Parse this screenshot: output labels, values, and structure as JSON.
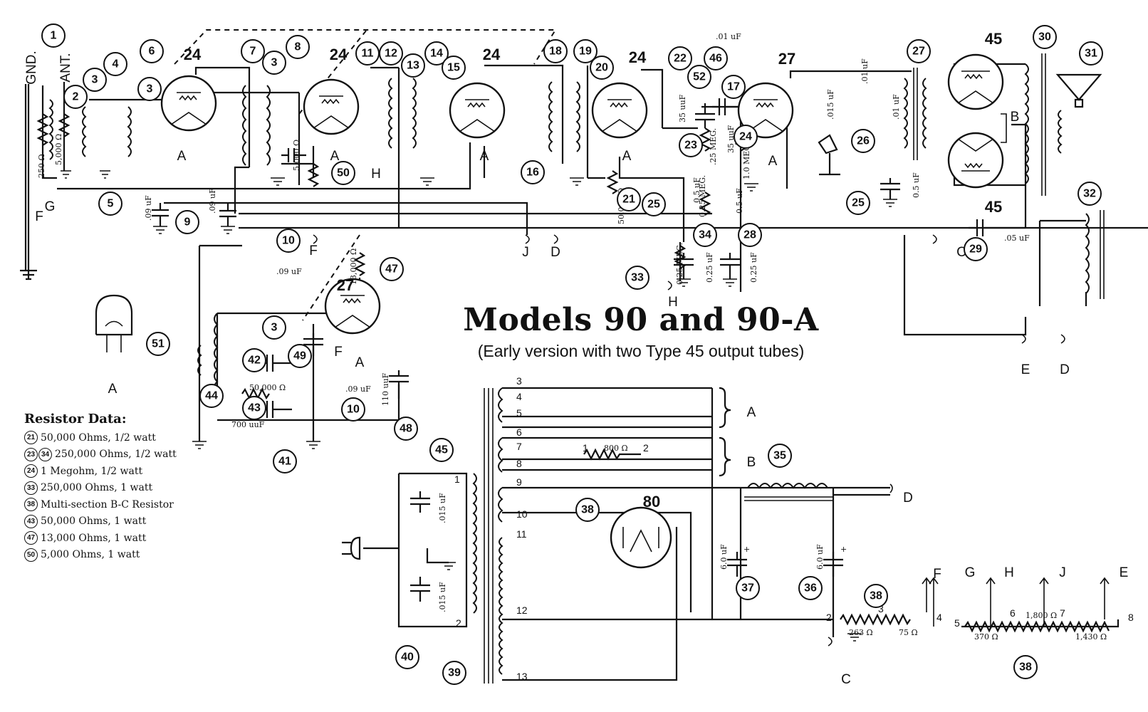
{
  "title": "Models 90 and 90-A",
  "subtitle": "(Early version with two Type 45 output tubes)",
  "resistor_data": {
    "heading": "Resistor Data:",
    "rows": [
      {
        "refs": [
          "21"
        ],
        "text": "50,000 Ohms, 1/2 watt"
      },
      {
        "refs": [
          "23",
          "34"
        ],
        "text": "250,000 Ohms, 1/2 watt"
      },
      {
        "refs": [
          "24"
        ],
        "text": "1 Megohm, 1/2 watt"
      },
      {
        "refs": [
          "33"
        ],
        "text": "250,000 Ohms, 1 watt"
      },
      {
        "refs": [
          "38"
        ],
        "text": "Multi-section B-C Resistor"
      },
      {
        "refs": [
          "43"
        ],
        "text": "50,000 Ohms, 1 watt"
      },
      {
        "refs": [
          "47"
        ],
        "text": "13,000 Ohms, 1 watt"
      },
      {
        "refs": [
          "50"
        ],
        "text": "5,000 Ohms, 1 watt"
      }
    ]
  },
  "tube_types": {
    "rf1": "24",
    "rf2": "24",
    "if": "24",
    "det": "24",
    "af": "27",
    "osc": "27",
    "out_a": "45",
    "out_b": "45",
    "rect": "80"
  },
  "terminals": {
    "gnd": "GND.",
    "ant": "ANT.",
    "a": "A",
    "b": "B",
    "c": "C",
    "d": "D",
    "e": "E",
    "f": "F",
    "g": "G",
    "h": "H",
    "j": "J"
  },
  "values": {
    "r_250": "250 Ω",
    "r_5000_ant": "5,000 Ω",
    "r_5000_vol": "5,000 Ω",
    "c_09_a": ".09 uF",
    "c_09_b": ".09 uF",
    "c_09_c": ".09 uF",
    "c_09_d": ".09 uF",
    "r_13000": "13,000 Ω",
    "r_50000_osc": "50,000 Ω",
    "c_700": "700 uuF",
    "c_110": "110 uuF",
    "r_50000_det": "50,000 Ω",
    "c_35_a": "35 uuF",
    "c_35_b": "35 uuF",
    "c_05_det": "0.5 uF",
    "r_25meg_a": ".25 MEG.",
    "r_25meg_b": "0.25 MEG.",
    "r_25meg_c": "0.25 MEG.",
    "r_1meg": "1.0 MEG.",
    "c_05_a": "0.5 uF",
    "c_025_a": "0.25 uF",
    "c_025_b": "0.25 uF",
    "c_01_top": ".01 uF",
    "c_015": ".015 uF",
    "c_01_a": ".01 uF",
    "c_01_b": ".01 uF",
    "c_05_out": "0.5 uF",
    "c_05_spk": ".05 uF",
    "c_015_line_a": ".015 uF",
    "c_015_line_b": ".015 uF",
    "r_800": "800 Ω",
    "c_6_a": "6.0 uF",
    "c_6_b": "6.0 uF",
    "r_263": "263 Ω",
    "r_75": "75 Ω",
    "r_370": "370 Ω",
    "r_1800": "1,800 Ω",
    "r_1430": "1,430 Ω",
    "plus": "+"
  },
  "pins": {
    "p1": "1",
    "p2": "2",
    "p3": "3",
    "p4": "4",
    "p5": "5",
    "p6": "6",
    "p7": "7",
    "p8": "8",
    "p9": "9",
    "p10": "10",
    "p11": "11",
    "p12": "12",
    "p13": "13"
  },
  "callouts": {
    "c1": "1",
    "c2": "2",
    "c3": "3",
    "c4": "4",
    "c5": "5",
    "c6": "6",
    "c7": "7",
    "c8": "8",
    "c9": "9",
    "c10": "10",
    "c11": "11",
    "c12": "12",
    "c13": "13",
    "c14": "14",
    "c15": "15",
    "c16": "16",
    "c17": "17",
    "c18": "18",
    "c19": "19",
    "c20": "20",
    "c21": "21",
    "c22": "22",
    "c23": "23",
    "c24": "24",
    "c25": "25",
    "c26": "26",
    "c27": "27",
    "c28": "28",
    "c29": "29",
    "c30": "30",
    "c31": "31",
    "c32": "32",
    "c33": "33",
    "c34": "34",
    "c35": "35",
    "c36": "36",
    "c37": "37",
    "c38": "38",
    "c39": "39",
    "c40": "40",
    "c41": "41",
    "c42": "42",
    "c43": "43",
    "c44": "44",
    "c45": "45",
    "c46": "46",
    "c47": "47",
    "c48": "48",
    "c49": "49",
    "c50": "50",
    "c51": "51",
    "c52": "52"
  }
}
